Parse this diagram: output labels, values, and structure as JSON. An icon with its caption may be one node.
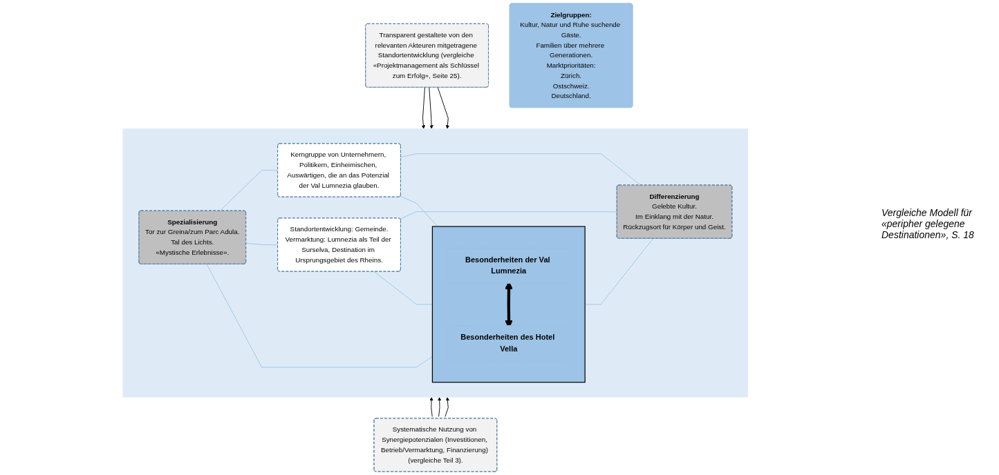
{
  "diagram": {
    "nodes": [
      {
        "text": [
          "Transparent gestaltete von den relevanten Akteuren mitgetragene Standortentwicklung (vergleiche «Projektmanagement als Schlüssel zum Erfolg», Seite 25)."
        ]
      },
      {
        "text": [],
        "shape": "box"
      },
      {
        "text": [
          "Kerngruppe von Unternehmern, Politikern, Einheimischen, Auswärtigen, die an das Potenzial der Val Lumnezia glauben."
        ],
        "in": 1
      },
      {
        "text": [
          "Spezialisierung",
          "Tor zur Greina/zum Parc Adula.",
          "Tal des Lichts.",
          "«Mystische Erlebnisse»."
        ],
        "in": 1
      },
      {
        "text": [],
        "shape": "box",
        "in": 1
      },
      {
        "text": [
          "Besonderheiten der Val Lumnezia"
        ],
        "in": 4
      },
      {
        "text": [
          "Besonderheiten des Hotel Vella"
        ],
        "in": 4
      },
      {
        "text": [
          "Differenzierung",
          "Gelebte Kultur.",
          "Im Einklang mit der Natur.",
          "Rückzugsort für Körper und Geist."
        ],
        "in": 1
      },
      {
        "text": [
          "Standortentwicklung: Gemeinde.",
          "Vermarktung: Lumnezia als Teil der Surselva, Destination im Ursprungsgebiet des Rheins."
        ],
        "in": 1
      },
      {
        "text": [
          "Zielgruppen:",
          "Kultur, Natur und Ruhe suchende Gäste.",
          "Familien über mehrere Generationen.",
          "Marktprioritäten:",
          "Zürich.",
          "Ostschweiz.",
          "Deutschland."
        ]
      },
      {
        "text": [
          "Systematische Nutzung von Synergiepotenzialen (Investitionen, Betrieb/Vermarktung, Finanzierung) (vergleiche Teil 3)."
        ]
      }
    ],
    "edges": [
      {
        "from": 0,
        "to": 1,
        "arrow": "to",
        "color": "#000000"
      },
      {
        "from": 0,
        "to": 1,
        "arrow": "to",
        "color": "#000000"
      },
      {
        "from": 0,
        "to": 1,
        "arrow": "to",
        "color": "#000000"
      },
      {
        "from": 3,
        "to": 2,
        "arrow": "none"
      },
      {
        "from": 2,
        "to": 7,
        "arrow": "none"
      },
      {
        "from": 2,
        "to": 4,
        "arrow": "none"
      },
      {
        "from": 3,
        "to": 4,
        "arrow": "none"
      },
      {
        "from": 4,
        "to": 7,
        "arrow": "none"
      },
      {
        "from": 5,
        "to": 6,
        "arrow": "both",
        "style": "thick",
        "color": "#000000"
      },
      {
        "from": 8,
        "to": 4,
        "arrow": "none"
      },
      {
        "from": 3,
        "to": 8,
        "arrow": "none"
      },
      {
        "from": 8,
        "to": 7,
        "arrow": "none"
      },
      {
        "from": 10,
        "to": 1,
        "arrow": "to",
        "color": "#000000"
      },
      {
        "from": 10,
        "to": 1,
        "arrow": "to",
        "color": "#000000"
      },
      {
        "from": 10,
        "to": 1,
        "arrow": "to",
        "color": "#000000"
      }
    ],
    "labels": [
      "Vergleiche Modell für «peripher gelegene Destinationen», S. 18"
    ]
  }
}
